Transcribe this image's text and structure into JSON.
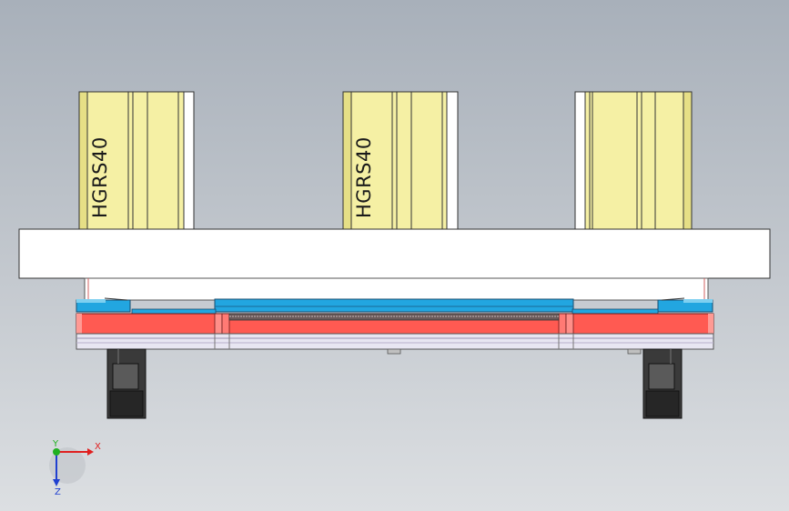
{
  "blocks": [
    {
      "label": "HGRS40"
    },
    {
      "label": "HGRS40"
    },
    {
      "label": ""
    }
  ],
  "triad": {
    "x_label": "X",
    "y_label": "Y",
    "z_label": "Z",
    "x_color": "#e02020",
    "y_color": "#20b020",
    "z_color": "#2040d0"
  },
  "colors": {
    "block_fill": "#f5f0a4",
    "plate_fill": "#ffffff",
    "red_part": "#ff5a52",
    "blue_part": "#22a6e0",
    "caster_dark": "#2e2e2e"
  }
}
